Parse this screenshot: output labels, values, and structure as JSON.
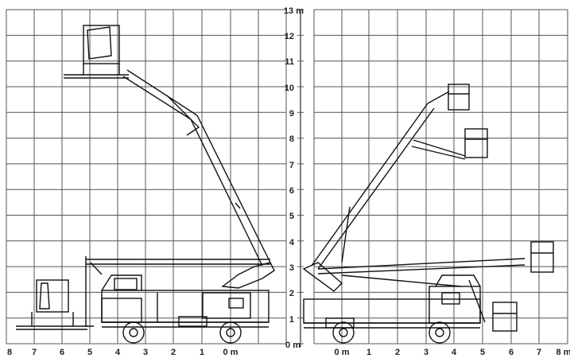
{
  "vertical_scale": {
    "labels": [
      "0 m",
      "1",
      "2",
      "3",
      "4",
      "5",
      "6",
      "7",
      "8",
      "9",
      "10",
      "11",
      "12",
      "13 m"
    ]
  },
  "left_scale": {
    "labels": [
      "8",
      "7",
      "6",
      "5",
      "4",
      "3",
      "2",
      "1",
      "0 m"
    ]
  },
  "right_scale": {
    "labels": [
      "0 m",
      "1",
      "2",
      "3",
      "4",
      "5",
      "6",
      "7",
      "8 m"
    ]
  },
  "colors": {
    "grid": "#555555",
    "line": "#111111",
    "background": "#ffffff"
  }
}
